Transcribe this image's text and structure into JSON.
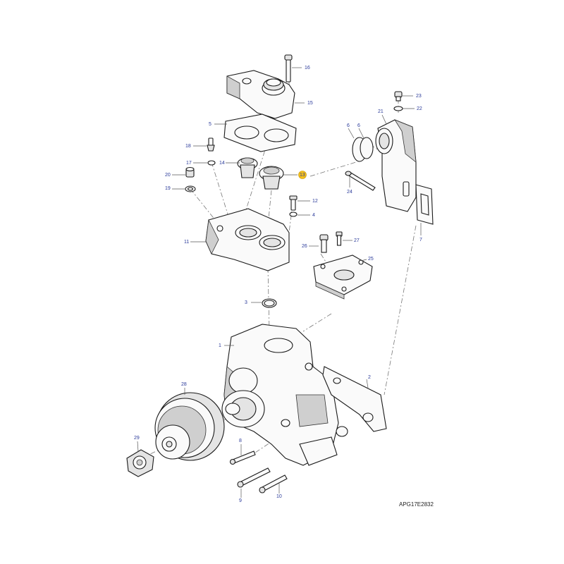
{
  "drawing_reference": "APG17E2832",
  "highlighted_callout": "13",
  "colors": {
    "callout_text": "#2a3a9a",
    "highlight": "#f7c21a",
    "line": "#1a1a1a"
  },
  "callouts": {
    "c1": "1",
    "c2": "2",
    "c3": "3",
    "c4": "4",
    "c5": "5",
    "c6a": "6",
    "c6b": "6",
    "c7": "7",
    "c8": "8",
    "c9": "9",
    "c10": "10",
    "c11": "11",
    "c12": "12",
    "c13": "13",
    "c14": "14",
    "c15": "15",
    "c16": "16",
    "c17": "17",
    "c18": "18",
    "c19": "19",
    "c20": "20",
    "c21": "21",
    "c22": "22",
    "c23": "23",
    "c24": "24",
    "c25": "25",
    "c26": "26",
    "c27": "27",
    "c28": "28",
    "c29": "29"
  }
}
